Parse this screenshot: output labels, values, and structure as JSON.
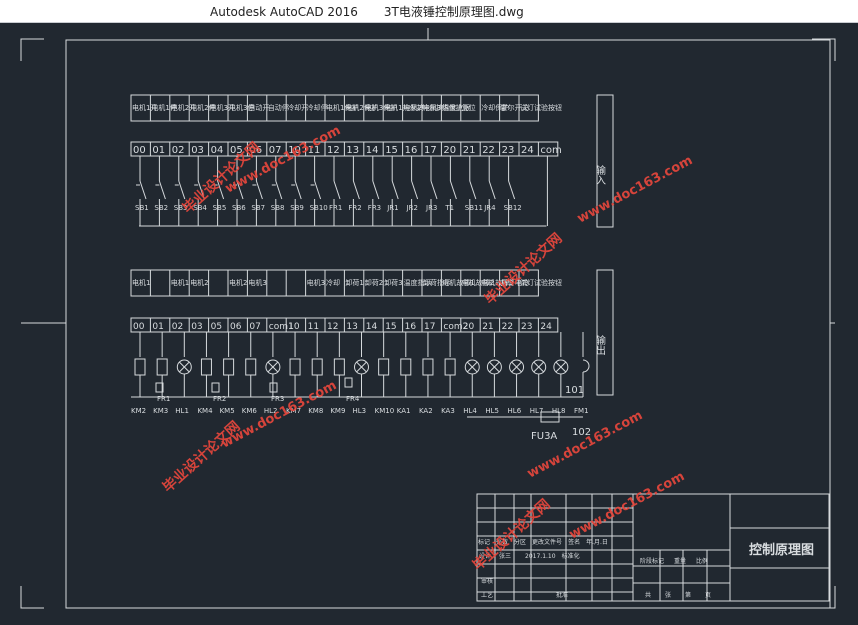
{
  "app": {
    "name": "Autodesk AutoCAD 2016",
    "file": "3T电液锤控制原理图.dwg"
  },
  "input_section": {
    "side_label": "输入",
    "header_labels": [
      "电机1开",
      "电机1停",
      "电机2开",
      "电机2停",
      "电机3开",
      "电机3停",
      "自动开",
      "自动停",
      "冷却开",
      "冷却停",
      "电机1保护",
      "电机2保护",
      "电机3保护",
      "电机1热保护",
      "电机2热保护",
      "电机3热保护",
      "温度上限",
      "复位",
      "冷却保护",
      "霍尔开关",
      "试灯试验按钮"
    ],
    "terminals": [
      "00",
      "01",
      "02",
      "03",
      "04",
      "05",
      "06",
      "07",
      "10",
      "11",
      "12",
      "13",
      "14",
      "15",
      "16",
      "17",
      "20",
      "21",
      "22",
      "23",
      "24",
      "com"
    ],
    "device_labels": [
      "SB1",
      "SB2",
      "SB3",
      "SB4",
      "SB5",
      "SB6",
      "SB7",
      "SB8",
      "SB9",
      "SB10",
      "FR1",
      "FR2",
      "FR3",
      "JR1",
      "JR2",
      "JR3",
      "T1",
      "SB11",
      "JR4",
      "SB12"
    ]
  },
  "output_section": {
    "side_label": "输出",
    "header_labels": [
      "电机1",
      "",
      "电机1",
      "电机2",
      "",
      "电机2",
      "电机3",
      "",
      "",
      "电机3",
      "冷却",
      "卸荷1",
      "卸荷2",
      "卸荷3",
      "温度指示",
      "卸荷指示",
      "电机故障1",
      "电机故障2",
      "电机故障3",
      "报警电铃",
      "试灯试验按钮"
    ],
    "terminals": [
      "00",
      "01",
      "02",
      "03",
      "05",
      "06",
      "07",
      "com1",
      "10",
      "11",
      "12",
      "13",
      "14",
      "15",
      "16",
      "17",
      "com2",
      "20",
      "21",
      "22",
      "23",
      "24"
    ],
    "device_labels": [
      "KM2",
      "KM3",
      "HL1",
      "KM4",
      "KM5",
      "KM6",
      "HL2",
      "KM7",
      "KM8",
      "KM9",
      "HL3",
      "KM10",
      "KA1",
      "KA2",
      "KA3",
      "HL4",
      "HL5",
      "HL6",
      "HL7",
      "HL8",
      "FM1"
    ],
    "small_labels": [
      "FR1",
      "FR2",
      "FR3",
      "FR4"
    ],
    "wire_101": "101",
    "wire_102": "102",
    "fuse": "FU3A"
  },
  "title_block": {
    "drawing_title": "控制原理图",
    "row_labels": [
      "标记",
      "处数",
      "分区",
      "更改文件号",
      "签名",
      "年.月.日"
    ],
    "designer_row": [
      "设计",
      "张三",
      "2017.1.10",
      "标准化"
    ],
    "stage_row": [
      "阶段标记",
      "重量",
      "比例"
    ],
    "audit": "审核",
    "process": "工艺",
    "approve": "批准",
    "sheets": [
      "共",
      "张",
      "第",
      "页"
    ]
  },
  "watermark": {
    "cn": "毕业设计论文网",
    "url": "www.doc163.com"
  }
}
